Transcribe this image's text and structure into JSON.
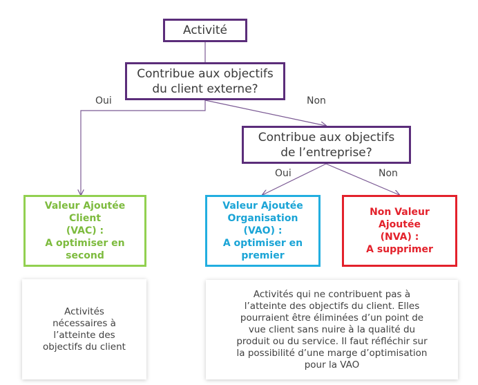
{
  "nodes": {
    "activite": "Activité",
    "question_client": [
      "Contribue aux objectifs",
      "du client externe?"
    ],
    "question_entreprise": [
      "Contribue aux objectifs",
      "de l’entreprise?"
    ],
    "vac": [
      "Valeur Ajoutée",
      "Client",
      "(VAC) :",
      "A optimiser en",
      "second"
    ],
    "vao": [
      "Valeur Ajoutée",
      "Organisation",
      "(VAO) :",
      "A optimiser en",
      "premier"
    ],
    "nva": [
      "Non Valeur",
      "Ajoutée",
      "(NVA) :",
      "A supprimer"
    ]
  },
  "edge_labels": {
    "oui_1": "Oui",
    "non_1": "Non",
    "oui_2": "Oui",
    "non_2": "Non"
  },
  "descriptions": {
    "vac": [
      "Activités",
      "nécessaires à",
      "l’atteinte des",
      "objectifs du client"
    ],
    "nva": [
      "Activités qui ne contribuent pas à",
      "l’atteinte des objectifs du client. Elles",
      "pourraient être éliminées d’un point de",
      "vue client sans nuire à la qualité du",
      "produit ou du service. Il faut réfléchir sur",
      "la possibilité d’une marge d’optimisation",
      "pour la VAO"
    ]
  },
  "colors": {
    "purple": "#5b2d7a",
    "green": "#92d050",
    "blue": "#22aee0",
    "red": "#e3212b",
    "connector": "#7b5a94"
  }
}
